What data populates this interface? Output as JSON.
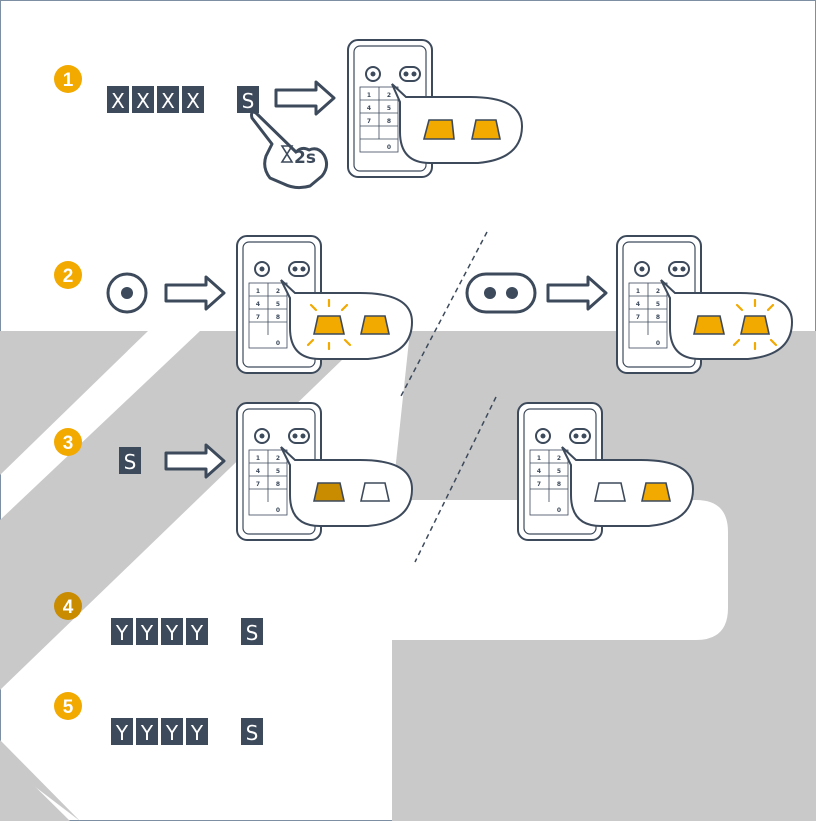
{
  "colors": {
    "navy": "#3d4a5c",
    "yellow": "#f2a900",
    "amber": "#f6a000",
    "gray": "#c9c9c9",
    "dark_yellow": "#c98b00",
    "border": "#7d8fa3"
  },
  "steps": [
    {
      "num": "1",
      "keys": [
        "X",
        "X",
        "X",
        "X"
      ],
      "s": "S",
      "hold": "2s"
    },
    {
      "num": "2"
    },
    {
      "num": "3",
      "s": "S"
    },
    {
      "num": "4",
      "keys": [
        "Y",
        "Y",
        "Y",
        "Y"
      ],
      "s": "S"
    },
    {
      "num": "5",
      "keys": [
        "Y",
        "Y",
        "Y",
        "Y"
      ],
      "s": "S"
    }
  ],
  "keypad_labels": [
    "1",
    "2",
    "4",
    "5",
    "7",
    "8",
    "0"
  ],
  "icons": {
    "hourglass": "hourglass-icon",
    "single_button": "single-dot-button-icon",
    "double_button": "double-dot-button-icon",
    "arrow": "arrow-right-icon",
    "hand": "pointing-hand-icon"
  }
}
